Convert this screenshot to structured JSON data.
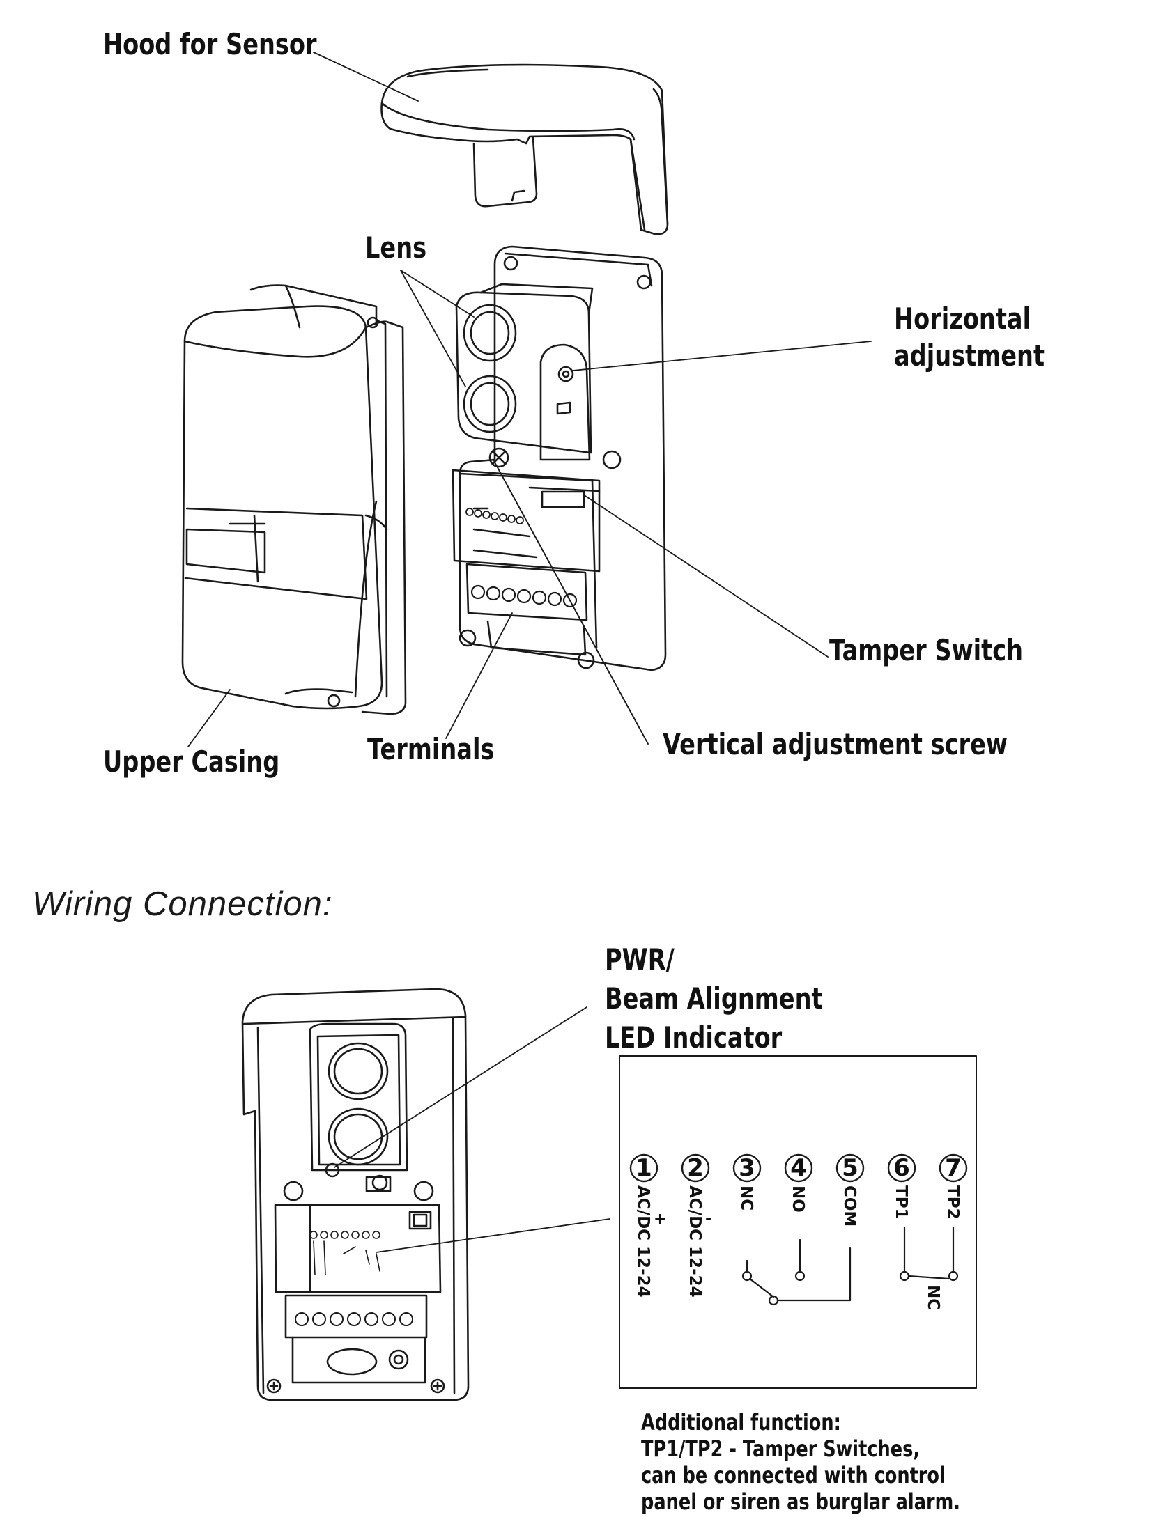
{
  "exploded_view": {
    "labels": {
      "hood": "Hood for Sensor",
      "lens": "Lens",
      "horizontal": "Horizontal adjustment",
      "tamper": "Tamper Switch",
      "upper_casing": "Upper Casing",
      "terminals": "Terminals",
      "vertical": "Vertical adjustment screw"
    }
  },
  "wiring": {
    "title": "Wiring Connection:",
    "led_label_lines": [
      "PWR/",
      "Beam Alignment",
      "LED Indicator"
    ],
    "terminals": [
      {
        "num": "1",
        "label": "AC/DC 12-24",
        "sign": "+"
      },
      {
        "num": "2",
        "label": "AC/DC 12-24",
        "sign": "-"
      },
      {
        "num": "3",
        "label": "NC",
        "sign": ""
      },
      {
        "num": "4",
        "label": "NO",
        "sign": ""
      },
      {
        "num": "5",
        "label": "COM",
        "sign": ""
      },
      {
        "num": "6",
        "label": "TP1",
        "sign": ""
      },
      {
        "num": "7",
        "label": "TP2",
        "sign": ""
      }
    ],
    "tamper_nc_label": "NC",
    "note_lines": [
      "Additional function:",
      "TP1/TP2 - Tamper Switches,",
      "can be connected with control",
      "panel or siren as burglar alarm."
    ]
  }
}
